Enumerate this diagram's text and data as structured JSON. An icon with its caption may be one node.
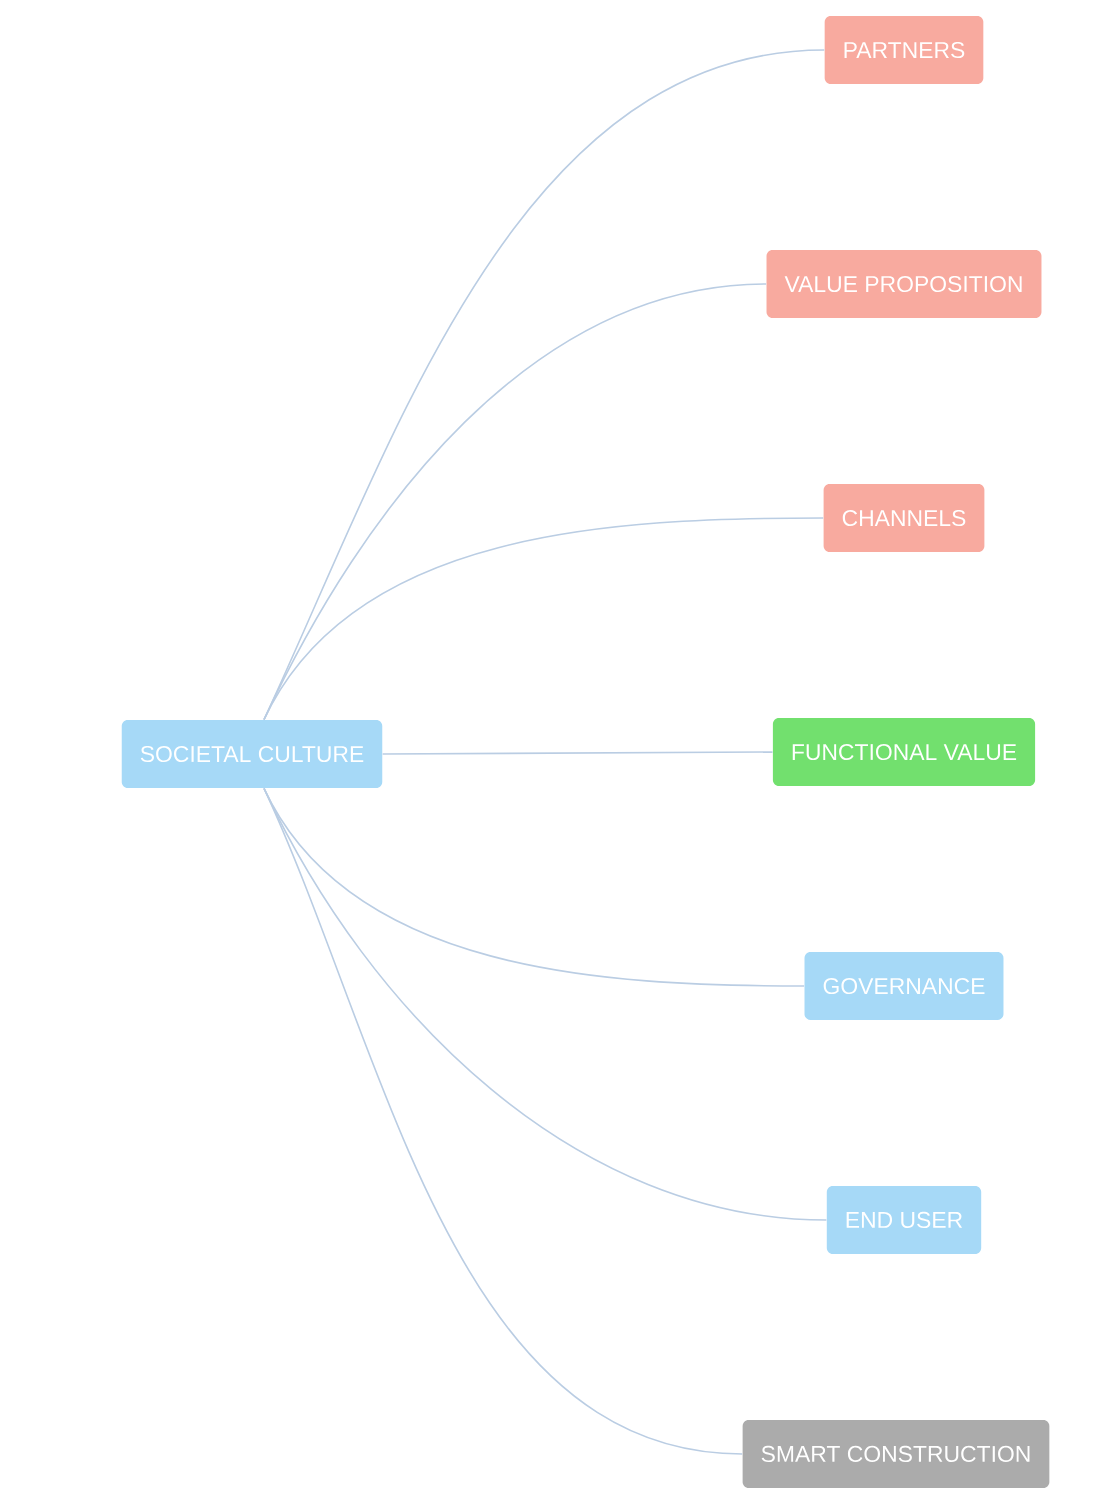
{
  "diagram": {
    "nodes": [
      {
        "text": [
          "SOCIETAL CULTURE"
        ]
      },
      {
        "text": [
          "PARTNERS"
        ]
      },
      {
        "text": [
          "VALUE PROPOSITION"
        ]
      },
      {
        "text": [
          "CHANNELS"
        ]
      },
      {
        "text": [
          "FUNCTIONAL VALUE"
        ]
      },
      {
        "text": [
          "GOVERNANCE"
        ]
      },
      {
        "text": [
          "END USER"
        ]
      },
      {
        "text": [
          "SMART CONSTRUCTION"
        ]
      }
    ],
    "edges": [
      {
        "from": 0,
        "to": 1,
        "arrow": "none"
      },
      {
        "from": 0,
        "to": 2,
        "arrow": "none"
      },
      {
        "from": 0,
        "to": 3,
        "arrow": "none"
      },
      {
        "from": 0,
        "to": 4,
        "arrow": "none"
      },
      {
        "from": 0,
        "to": 5,
        "arrow": "none"
      },
      {
        "from": 0,
        "to": 6,
        "arrow": "none"
      },
      {
        "from": 0,
        "to": 7,
        "arrow": "none"
      }
    ]
  }
}
